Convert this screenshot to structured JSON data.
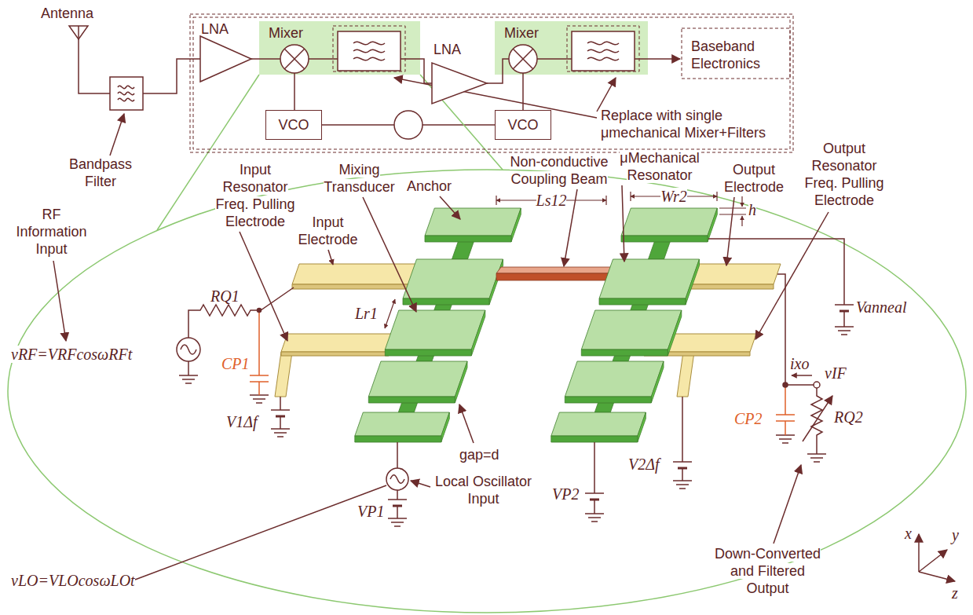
{
  "diagram": {
    "nodes": [
      {
        "text": [
          "LNA"
        ]
      },
      {
        "text": [
          "Mixer"
        ]
      },
      {
        "text": [
          "VCO"
        ]
      },
      {
        "text": [
          "LNA"
        ]
      },
      {
        "text": [
          "Mixer"
        ]
      },
      {
        "text": [
          "VCO"
        ]
      }
    ],
    "edges": [
      {
        "from": 0,
        "to": 1,
        "arrow": "none"
      },
      {
        "from": 1,
        "to": 2,
        "arrow": "none"
      },
      {
        "from": 2,
        "to": 5,
        "arrow": "none"
      },
      {
        "from": 3,
        "to": 4,
        "arrow": "none"
      },
      {
        "from": 4,
        "to": 5,
        "arrow": "none"
      }
    ],
    "labels": [
      "Antenna",
      "Bandpass Filter",
      "Baseband Electronics",
      "Replace with single μmechanical Mixer+Filters",
      "Input Resonator Freq. Pulling Electrode",
      "Mixing Transducer",
      "Anchor",
      "Non-conductive Coupling Beam",
      "μMechanical Resonator",
      "Wr2",
      "Ls12",
      "Lr1",
      "Output Electrode",
      "Output Resonator Freq. Pulling Electrode",
      "h",
      "Vanneal",
      "RF Information Input",
      "RQ1",
      "Input Electrode",
      "vRF=VRFcosωRFt",
      "CP1",
      "V1Δf",
      "VP1",
      "Local Oscillator Input",
      "vLO=VLOcosωLOt",
      "gap=d",
      "VP2",
      "V2Δf",
      "ixo",
      "vIF",
      "CP2",
      "RQ2",
      "Down-Converted and Filtered Output",
      "x",
      "y",
      "z"
    ]
  }
}
